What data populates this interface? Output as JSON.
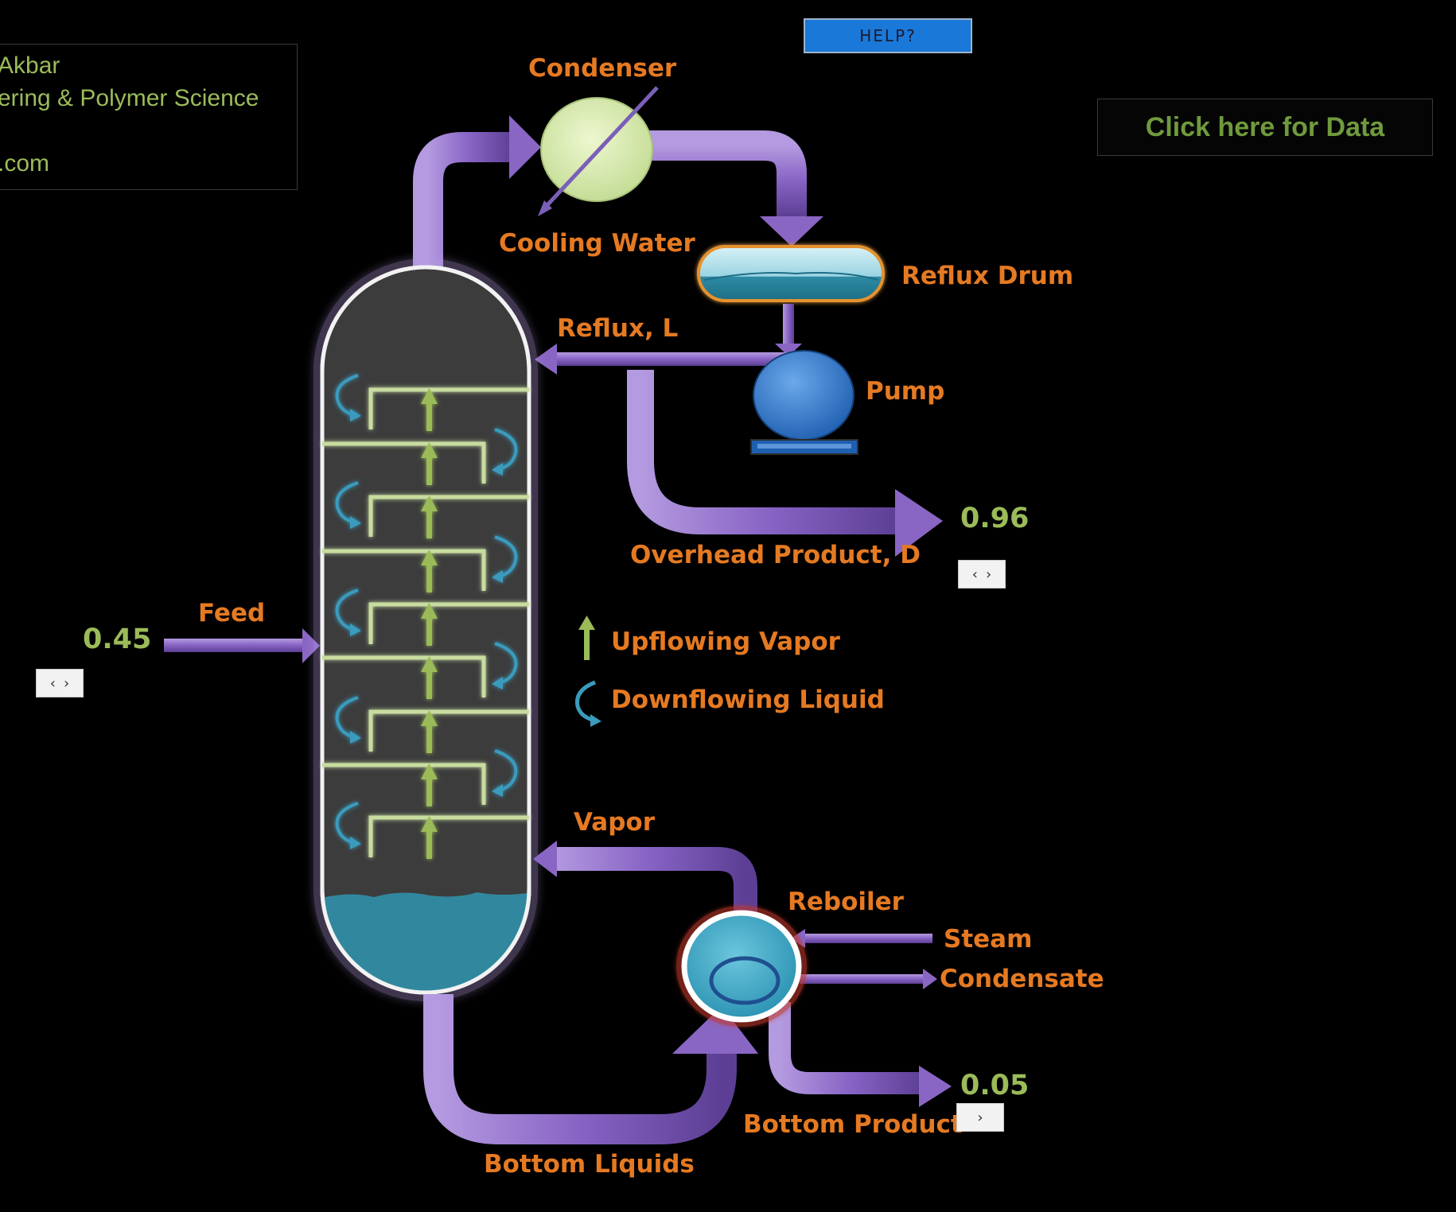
{
  "info": {
    "line1": "Akbar",
    "line2": "ering & Polymer Science",
    "line3": ".com"
  },
  "help_button": "HELP?",
  "data_button": "Click here for Data",
  "labels": {
    "condenser": "Condenser",
    "cooling_water": "Cooling Water",
    "reflux_drum": "Reflux Drum",
    "reflux": "Reflux, L",
    "pump": "Pump",
    "overhead": "Overhead Product, D",
    "feed": "Feed",
    "upflowing_vapor": "Upflowing Vapor",
    "downflowing_liquid": "Downflowing Liquid",
    "vapor": "Vapor",
    "reboiler": "Reboiler",
    "steam": "Steam",
    "condensate": "Condensate",
    "bottom_product": "Bottom Product",
    "bottom_liquids": "Bottom Liquids"
  },
  "values": {
    "feed": "0.45",
    "overhead": "0.96",
    "bottom": "0.05"
  },
  "spinners": {
    "left": "‹",
    "right": "›"
  },
  "colors": {
    "label": "#e57a22",
    "value": "#9bbb59",
    "pipe": "#8a66c4",
    "column": "#3c3c3c",
    "liquid": "#31889e",
    "tray": "#c8dca0",
    "vapor_arrow": "#9bbb59",
    "liquid_arrow": "#3a9bbd",
    "help_bg": "#1a78d8"
  }
}
